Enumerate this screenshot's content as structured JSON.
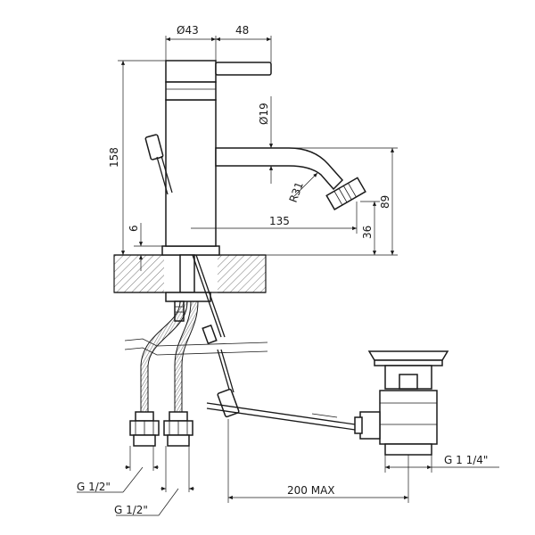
{
  "dimensions": {
    "d43": "Ø43",
    "w48": "48",
    "d19": "Ø19",
    "h158": "158",
    "r31": "R31",
    "h89": "89",
    "w135": "135",
    "h6": "6",
    "h36": "36",
    "thread_supply_1": "G 1/2\"",
    "thread_supply_2": "G 1/2\"",
    "thread_waste": "G 1 1/4\"",
    "rod_max": "200 MAX"
  }
}
